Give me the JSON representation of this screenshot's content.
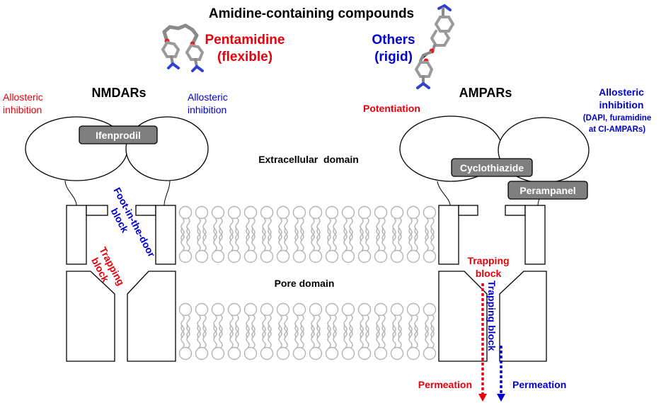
{
  "title": "Amidine-containing compounds",
  "groups": {
    "pentamidine": {
      "name": "Pentamidine",
      "sub": "(flexible)"
    },
    "others": {
      "name": "Others",
      "sub": "(rigid)"
    }
  },
  "nmdar": {
    "label": "NMDARs",
    "allosteric_left": [
      "Allosteric",
      "inhibition"
    ],
    "allosteric_right": [
      "Allosteric",
      "inhibition"
    ],
    "ifenprodil": "Ifenprodil",
    "foot_in_door": [
      "Foot-in-the-door",
      "block"
    ],
    "trapping": [
      "Trapping",
      "block"
    ]
  },
  "ampar": {
    "label": "AMPARs",
    "potentiation": "Potentiation",
    "allosteric": [
      "Allosteric",
      "inhibition",
      "(DAPI, furamidine",
      "at CI-AMPARs)"
    ],
    "cyclothiazide": "Cyclothiazide",
    "perampanel": "Perampanel",
    "trapping_red": [
      "Trapping",
      "block"
    ],
    "trapping_blue": "Trapping block",
    "permeation_left": "Permeation",
    "permeation_right": "Permeation"
  },
  "membrane": {
    "extracellular": "Extracellular  domain",
    "pore": "Pore domain"
  },
  "colors": {
    "red": "#e8000b",
    "blue": "#0000cc",
    "box_fill": "#7f7f7f",
    "lipid": "#b5b5b5"
  }
}
